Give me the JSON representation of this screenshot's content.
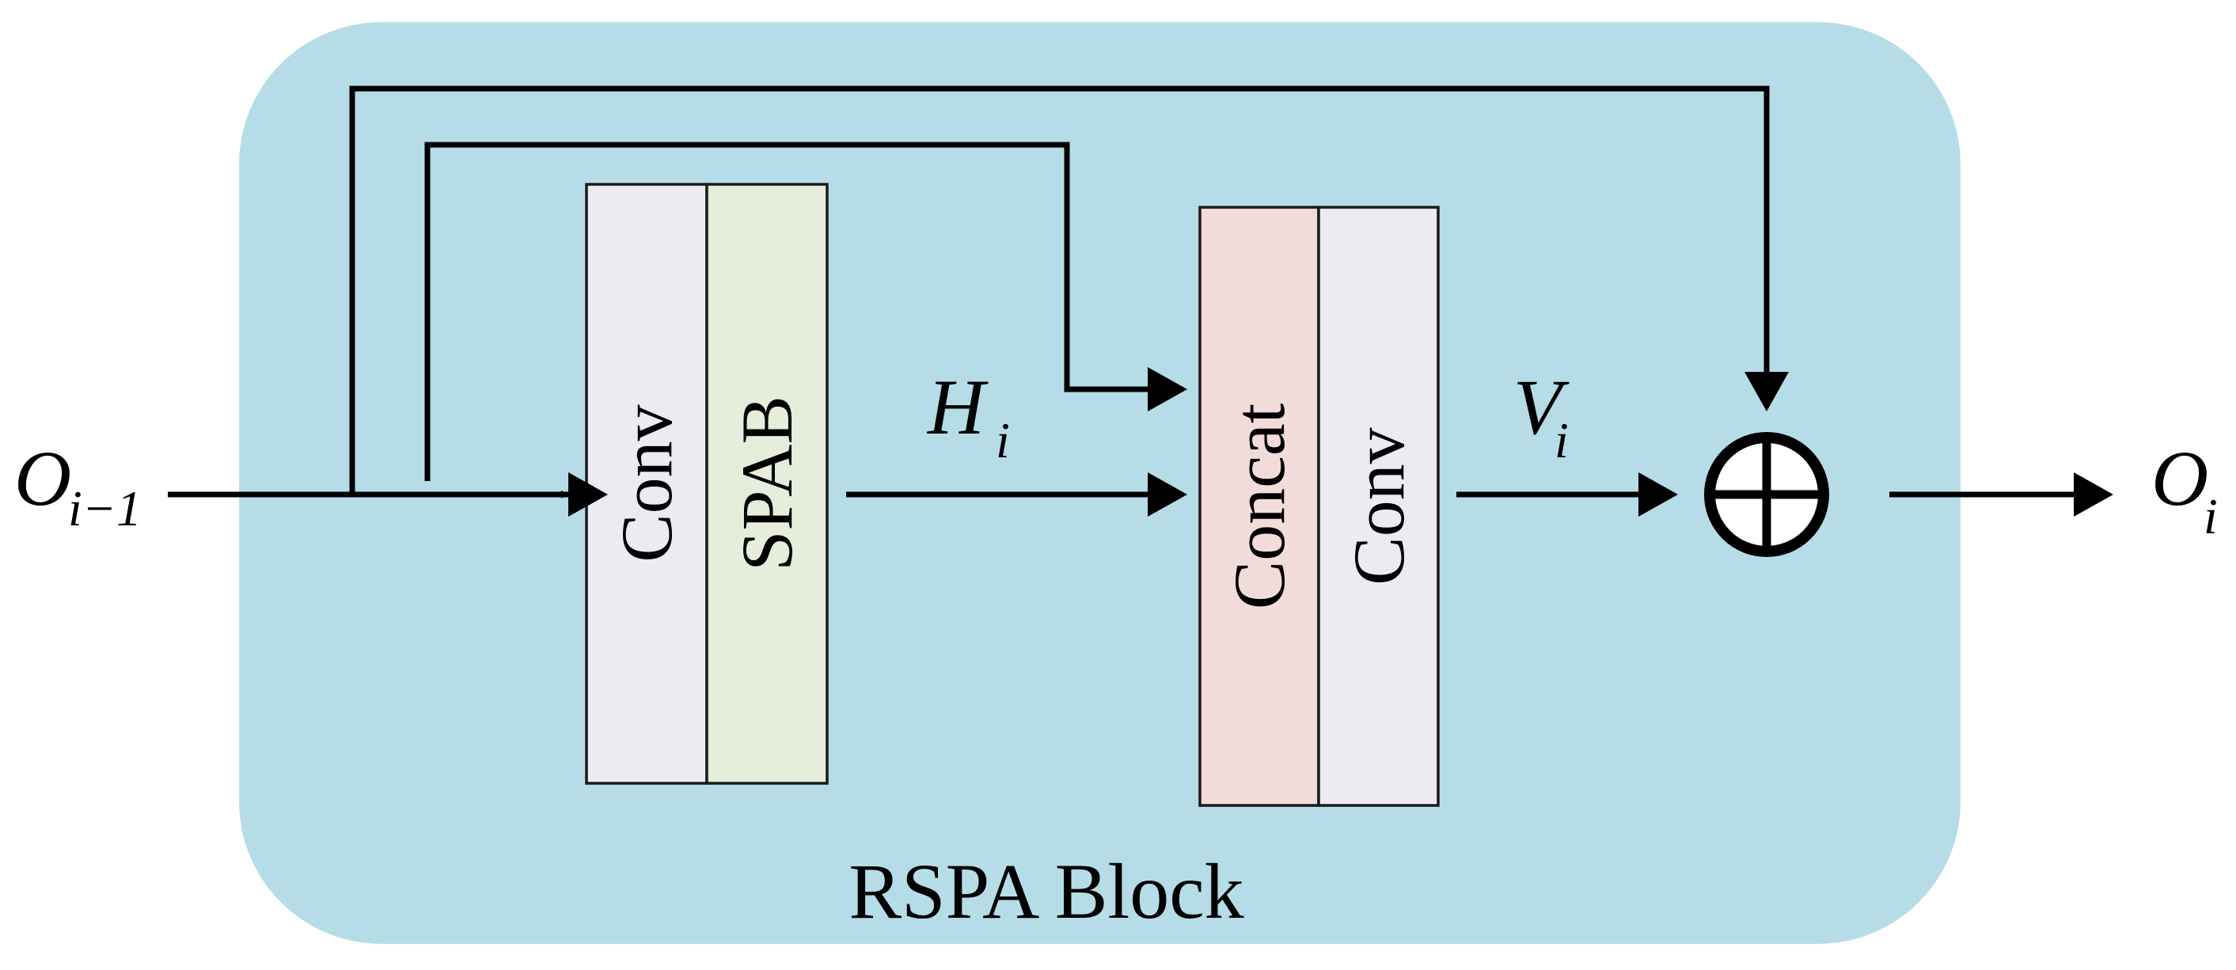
{
  "block": {
    "title": "RSPA Block",
    "background_color": "#b6dde7"
  },
  "input": {
    "symbol": "O",
    "subscript": "i−1"
  },
  "output": {
    "symbol": "O",
    "subscript": "i"
  },
  "features": {
    "h": {
      "symbol": "H",
      "subscript": "i"
    },
    "v": {
      "symbol": "V",
      "subscript": "i"
    }
  },
  "stage1": {
    "layers": [
      {
        "label": "Conv",
        "color": "#ecebf2"
      },
      {
        "label": "SPAB",
        "color": "#e6eedb"
      }
    ]
  },
  "stage2": {
    "layers": [
      {
        "label": "Concat",
        "color": "#f1dcda"
      },
      {
        "label": "Conv",
        "color": "#ecebf2"
      }
    ]
  },
  "sum_op": {
    "icon": "circled-plus-icon"
  }
}
